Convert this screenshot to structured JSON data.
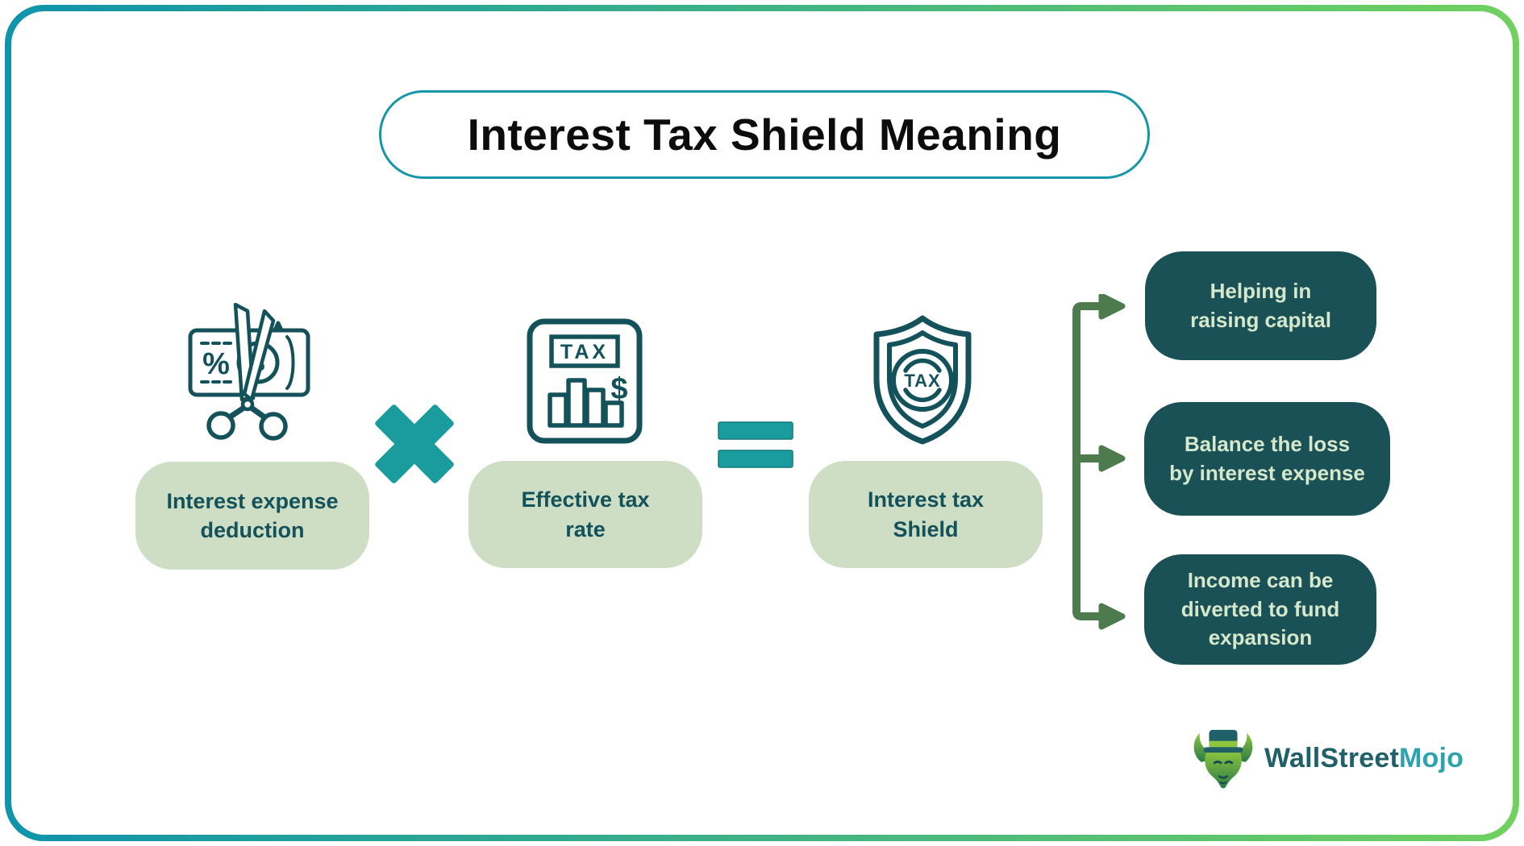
{
  "title": "Interest Tax Shield Meaning",
  "equation": {
    "term1": {
      "label": "Interest expense\ndeduction",
      "icon": "money-bill-scissors"
    },
    "operator_multiply": "×",
    "term2": {
      "label": "Effective tax\nrate",
      "icon": "tax-document-chart"
    },
    "operator_equals": "=",
    "result": {
      "label": "Interest tax\nShield",
      "icon": "tax-shield"
    }
  },
  "benefits": [
    "Helping in\nraising capital",
    "Balance the loss\nby interest expense",
    "Income can be\ndiverted to fund\nexpansion"
  ],
  "icons": {
    "tax_label": "TAX",
    "dollar_sign": "$",
    "percent_sign": "%"
  },
  "logo": {
    "brand_part1": "WallStreet",
    "brand_part2": "Mojo"
  },
  "colors": {
    "border_gradient_start": "#0f94ab",
    "border_gradient_end": "#70d15f",
    "title_border": "#1697a7",
    "teal_operator": "#1a9b9d",
    "icon_stroke": "#14525b",
    "light_pill_bg": "#cedec4",
    "light_pill_text": "#14525b",
    "dark_box_bg": "#1a5156",
    "dark_box_text": "#d6e8cc",
    "arrow_green": "#4d7b4e"
  }
}
